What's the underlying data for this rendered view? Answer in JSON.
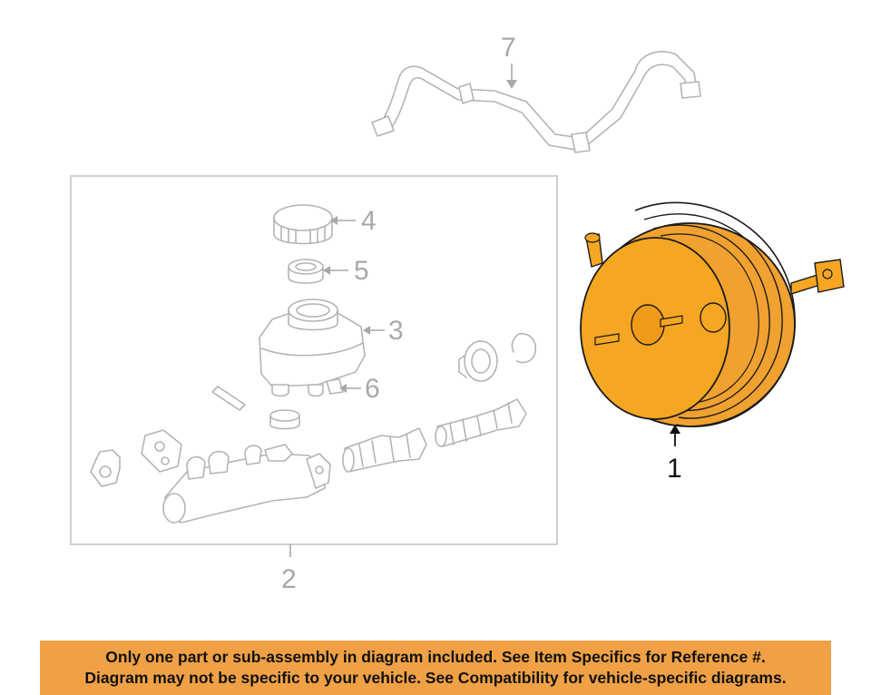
{
  "callouts": {
    "part_1": "1",
    "part_2": "2",
    "part_3": "3",
    "part_4": "4",
    "part_5": "5",
    "part_6": "6",
    "part_7": "7"
  },
  "highlight": {
    "part": "1",
    "color": "#f5a623",
    "outline": "#1a1a1a"
  },
  "banner": {
    "line1": "Only one part or sub-assembly in diagram included. See Item Specifics for Reference #.",
    "line2": "Diagram may not be specific to your vehicle. See Compatibility for vehicle-specific diagrams.",
    "background": "#f0a146"
  },
  "colors": {
    "ghost_stroke": "#b4b4b4",
    "callout_gray": "#a8a8a8"
  }
}
